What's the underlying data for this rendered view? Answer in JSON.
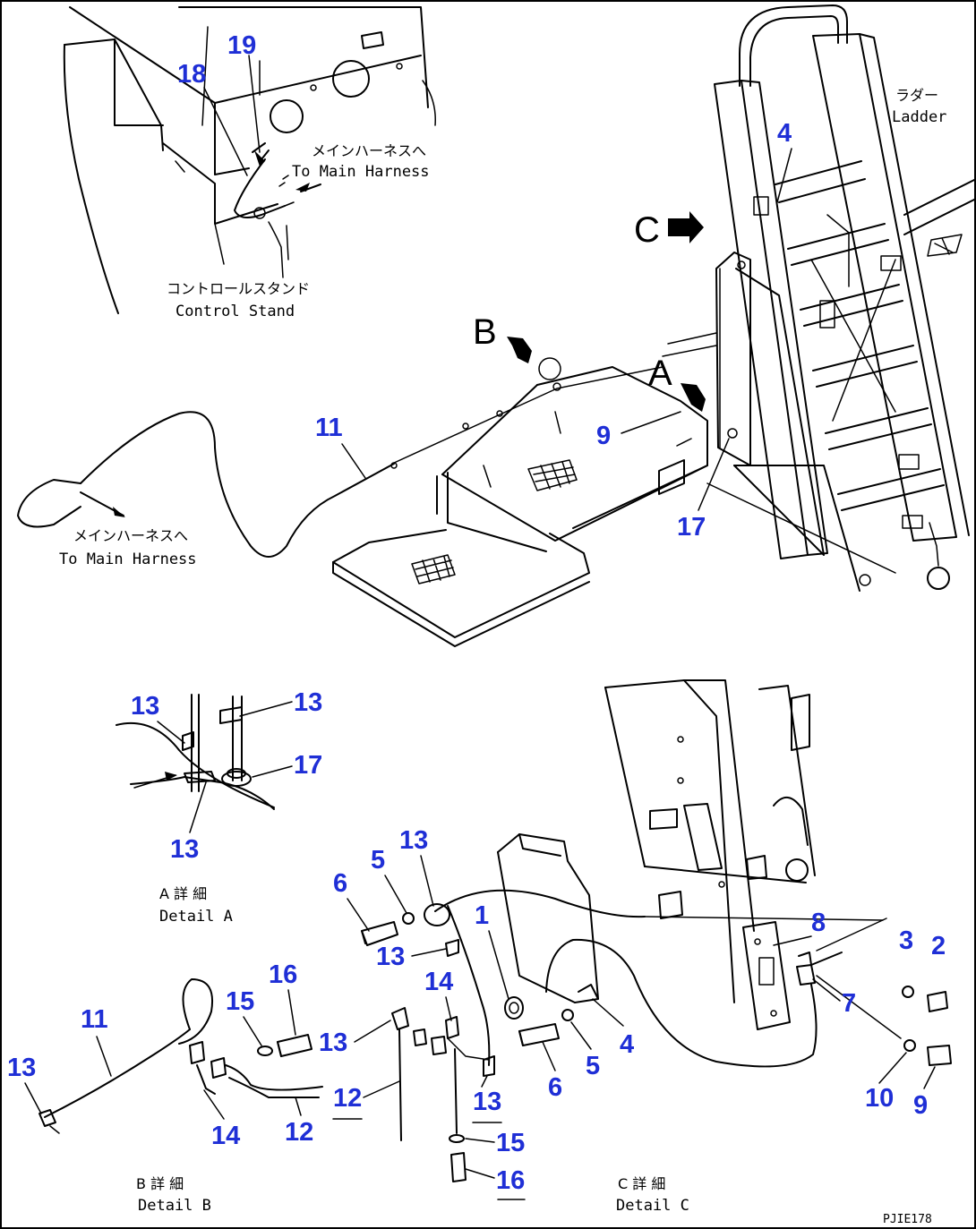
{
  "drawing": {
    "border_color": "#000000",
    "callout_color": "#1f2fd6",
    "code": "PJIE178"
  },
  "labels": {
    "main_harness_jp": "メインハーネスへ",
    "main_harness_en": "To Main Harness",
    "main_harness_en_lower": "To Main Harness",
    "control_stand_jp": "コントロールスタンド",
    "control_stand_en": "Control Stand",
    "ladder_jp": "ラダー",
    "ladder_en": "Ladder",
    "detail_a_jp": "A 詳 細",
    "detail_a_en": "Detail A",
    "detail_b_jp": "B 詳 細",
    "detail_b_en": "Detail B",
    "detail_c_jp": "C 詳 細",
    "detail_c_en": "Detail C",
    "view_a": "A",
    "view_b": "B",
    "view_c": "C"
  },
  "callouts": {
    "top_19": "19",
    "top_18": "18",
    "top_4": "4",
    "top_11": "11",
    "top_9": "9",
    "top_17": "17",
    "a_13_left": "13",
    "a_13_right": "13",
    "a_17": "17",
    "a_13_bottom": "13",
    "c_6_upper": "6",
    "c_5_upper": "5",
    "c_13_upper": "13",
    "c_1": "1",
    "c_13_mid": "13",
    "c_14": "14",
    "c_8": "8",
    "c_3": "3",
    "c_2": "2",
    "c_7": "7",
    "c_4": "4",
    "c_5_lower": "5",
    "c_6_lower": "6",
    "c_13_left": "13",
    "c_12_mid": "12",
    "c_13_low": "13",
    "c_15": "15",
    "c_16": "16",
    "c_10": "10",
    "c_9": "9",
    "b_11": "11",
    "b_15": "15",
    "b_16": "16",
    "b_13": "13",
    "b_14": "14",
    "b_12": "12"
  }
}
